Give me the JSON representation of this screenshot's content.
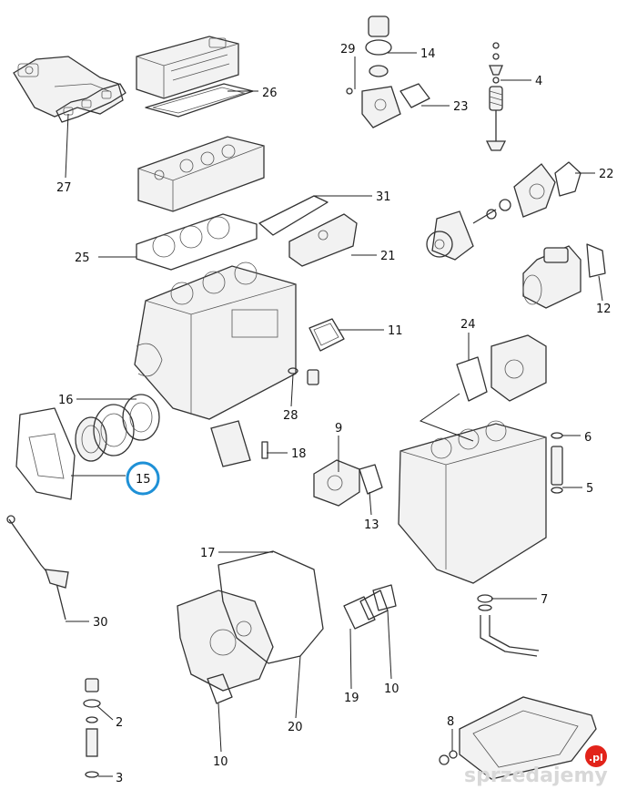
{
  "diagram": {
    "callouts": [
      {
        "id": "c2",
        "label": "2"
      },
      {
        "id": "c3",
        "label": "3"
      },
      {
        "id": "c4",
        "label": "4"
      },
      {
        "id": "c5",
        "label": "5"
      },
      {
        "id": "c6",
        "label": "6"
      },
      {
        "id": "c7",
        "label": "7"
      },
      {
        "id": "c8",
        "label": "8"
      },
      {
        "id": "c9",
        "label": "9"
      },
      {
        "id": "c10a",
        "label": "10"
      },
      {
        "id": "c10b",
        "label": "10"
      },
      {
        "id": "c11",
        "label": "11"
      },
      {
        "id": "c12",
        "label": "12"
      },
      {
        "id": "c13",
        "label": "13"
      },
      {
        "id": "c14",
        "label": "14"
      },
      {
        "id": "c15",
        "label": "15"
      },
      {
        "id": "c16",
        "label": "16"
      },
      {
        "id": "c17",
        "label": "17"
      },
      {
        "id": "c18",
        "label": "18"
      },
      {
        "id": "c19",
        "label": "19"
      },
      {
        "id": "c20",
        "label": "20"
      },
      {
        "id": "c21",
        "label": "21"
      },
      {
        "id": "c22",
        "label": "22"
      },
      {
        "id": "c23",
        "label": "23"
      },
      {
        "id": "c24",
        "label": "24"
      },
      {
        "id": "c25",
        "label": "25"
      },
      {
        "id": "c26",
        "label": "26"
      },
      {
        "id": "c27",
        "label": "27"
      },
      {
        "id": "c28",
        "label": "28"
      },
      {
        "id": "c29",
        "label": "29"
      },
      {
        "id": "c30",
        "label": "30"
      },
      {
        "id": "c31",
        "label": "31"
      }
    ],
    "highlight_callout": "15",
    "highlight_color": "#1e90d6",
    "watermark": {
      "text": "sprzedajemy",
      "badge": ".pl",
      "badge_color": "#e2231a"
    }
  }
}
